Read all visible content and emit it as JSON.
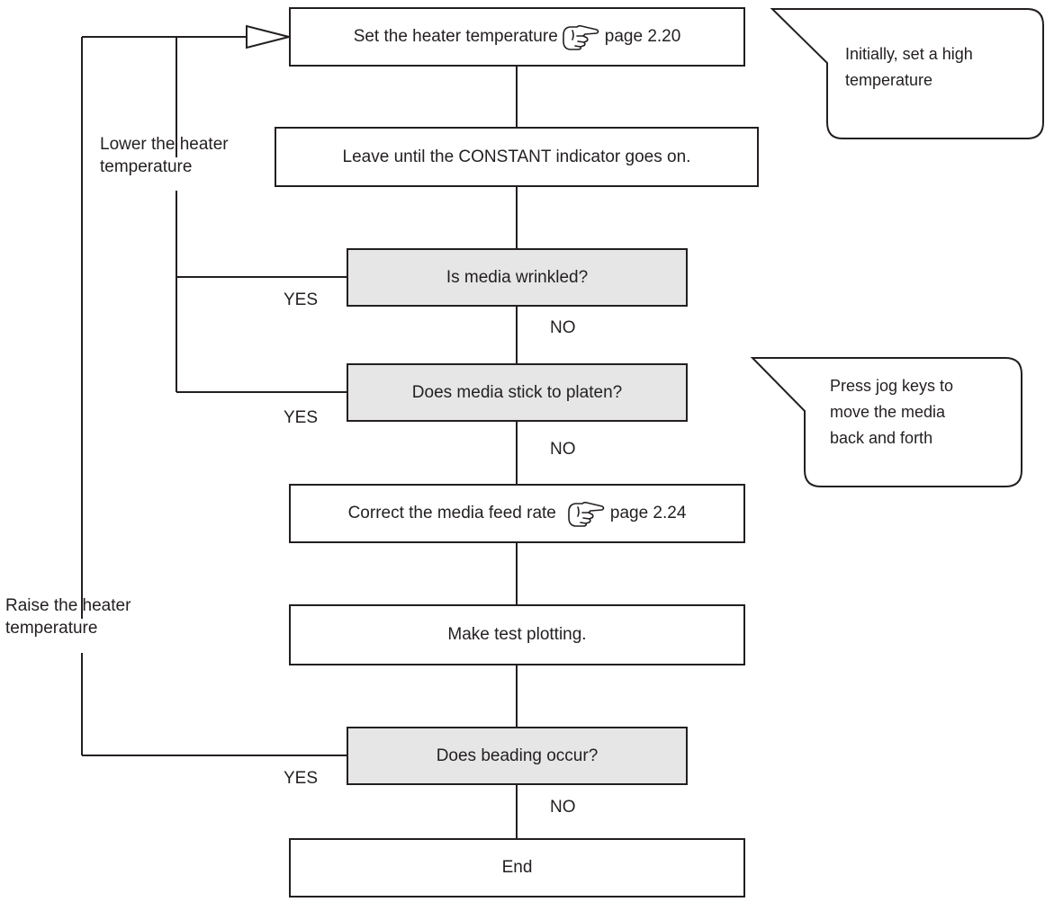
{
  "steps": {
    "set_temp": {
      "text": "Set the heater temperature",
      "ref": "page 2.20"
    },
    "leave": {
      "text": "Leave until the CONSTANT indicator goes on."
    },
    "wrinkled": {
      "text": "Is media wrinkled?"
    },
    "stick": {
      "text": "Does media stick to platen?"
    },
    "correct_feed": {
      "text": "Correct the media feed rate",
      "ref": "page 2.24"
    },
    "test_plot": {
      "text": "Make test plotting."
    },
    "beading": {
      "text": "Does beading occur?"
    },
    "end": {
      "text": "End"
    }
  },
  "branches": {
    "yes1": "YES",
    "no1": "NO",
    "yes2": "YES",
    "no2": "NO",
    "yes3": "YES",
    "no3": "NO"
  },
  "loops": {
    "lower_line1": "Lower the heater",
    "lower_line2": "temperature",
    "raise_line1": "Raise the heater",
    "raise_line2": "temperature"
  },
  "callouts": {
    "initial_line1": "Initially, set a high",
    "initial_line2": "temperature",
    "jog_line1": "Press jog keys to",
    "jog_line2": "move the media",
    "jog_line3": "back and forth"
  },
  "colors": {
    "line": "#231f20",
    "decision_fill": "#e6e6e6",
    "box_fill": "#ffffff"
  },
  "icons": [
    "pointing-hand-icon"
  ]
}
